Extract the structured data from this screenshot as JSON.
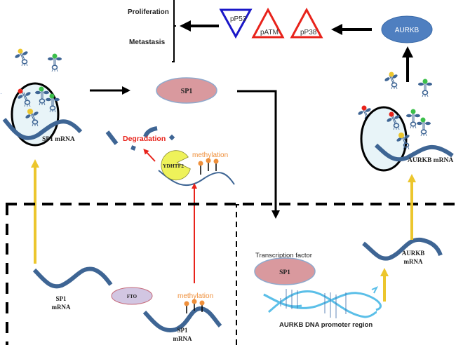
{
  "outcomes": {
    "proliferation": "Proliferation",
    "metastasis": "Metastasis"
  },
  "markers": {
    "pp53": "pP53",
    "patm": "pATM",
    "pp38": "pP38"
  },
  "colors": {
    "mrna": "#3e6594",
    "sp1_fill": "#d9999e",
    "sp1_stroke": "#8fa9cc",
    "aurkb_fill": "#4f7fc0",
    "fto_fill": "#d2c6e2",
    "reader_fill": "#eef25a",
    "methyl": "#ef8f3a",
    "red": "#e8231b",
    "yellow": "#ecc62d",
    "blue_tri": "#1a17c8",
    "dna": "#5bbfe8",
    "ribosome_fill": "#e8f4f8"
  },
  "top": {
    "aurkb_protein": "AURKB",
    "sp1_protein": "SP1"
  },
  "left_ribosome": {
    "label": "SP1 mRNA"
  },
  "right_ribosome": {
    "label": "AURKB mRNA"
  },
  "degradation": {
    "label": "Degradation",
    "reader": "YDHTF2",
    "methylation": "methylation"
  },
  "bottom_left": {
    "mrna1_line1": "SP1",
    "mrna1_line2": "mRNA",
    "fto": "FTO",
    "methylation": "methylation",
    "mrna2_line1": "SP1",
    "mrna2_line2": "mRNA"
  },
  "bottom_right": {
    "tf_label": "Transcription factor",
    "sp1": "SP1",
    "dna_label": "AURKB DNA promoter region",
    "mrna_line1": "AURKB",
    "mrna_line2": "mRNA"
  }
}
